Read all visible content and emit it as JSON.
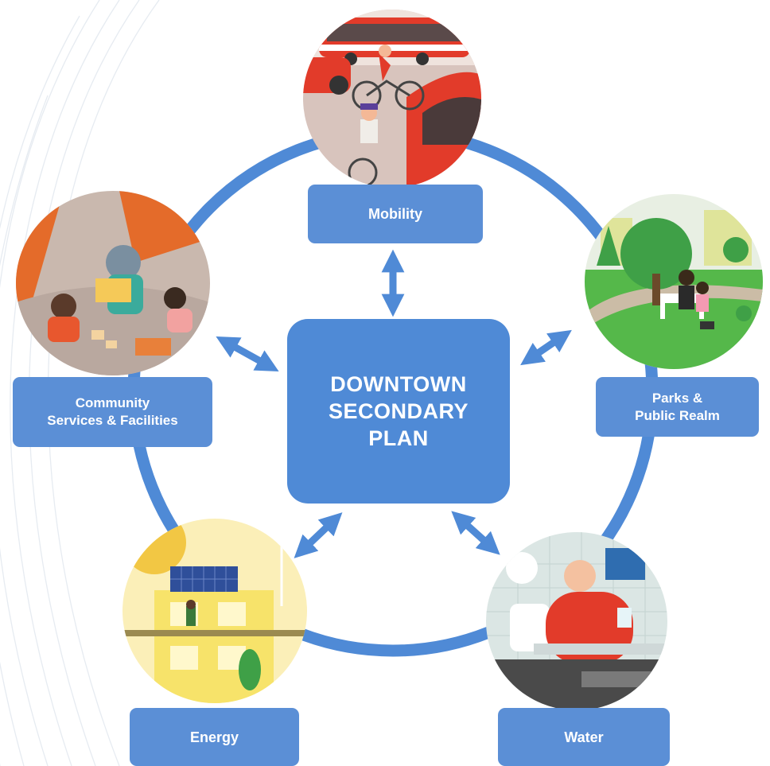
{
  "center": {
    "line1": "DOWNTOWN",
    "line2": "SECONDARY",
    "line3": "PLAN"
  },
  "nodes": {
    "mobility": {
      "label": "Mobility"
    },
    "parks": {
      "line1": "Parks &",
      "line2": "Public Realm"
    },
    "water": {
      "label": "Water"
    },
    "energy": {
      "label": "Energy"
    },
    "community": {
      "line1": "Community",
      "line2": "Services & Facilities"
    }
  },
  "colors": {
    "ring": "#4f8ad6",
    "box": "#5b8fd6",
    "arrow": "#4f8ad6",
    "text": "#ffffff"
  }
}
